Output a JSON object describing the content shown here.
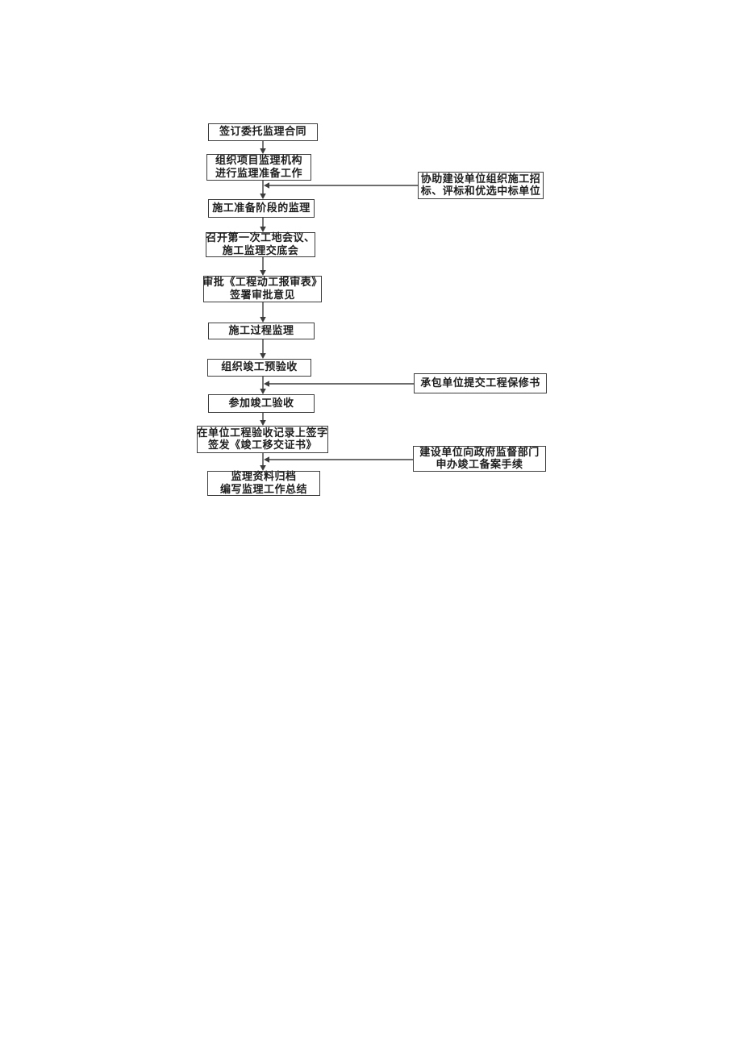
{
  "page": {
    "background": "#ffffff",
    "line_color": "#3d3d3d",
    "text_color": "#1e1e1e"
  },
  "flowchart": {
    "main_nodes": [
      {
        "id": "sign-supervision-contract",
        "lines": [
          "签订委托监理合同"
        ]
      },
      {
        "id": "setup-supervision-organization",
        "lines": [
          "组织项目监理机构",
          "进行监理准备工作"
        ]
      },
      {
        "id": "construction-preparation-stage",
        "lines": [
          "施工准备阶段的监理"
        ]
      },
      {
        "id": "first-site-meeting",
        "lines": [
          "召开第一次工地会议、",
          "施工监理交底会"
        ]
      },
      {
        "id": "approve-commencement-form",
        "lines": [
          "审批《工程动工报审表》",
          "签署审批意见"
        ]
      },
      {
        "id": "construction-process-supervision",
        "lines": [
          "施工过程监理"
        ]
      },
      {
        "id": "organize-pre-acceptance",
        "lines": [
          "组织竣工预验收"
        ]
      },
      {
        "id": "attend-completion-acceptance",
        "lines": [
          "参加竣工验收"
        ]
      },
      {
        "id": "sign-acceptance-record",
        "lines": [
          "在单位工程验收记录上签字",
          "签发《竣工移交证书》"
        ]
      },
      {
        "id": "archive-and-summary",
        "lines": [
          "监理资料归档",
          "编写监理工作总结"
        ]
      }
    ],
    "side_nodes": [
      {
        "id": "assist-bidding",
        "lines": [
          "协助建设单位组织施工招",
          "标、评标和优选中标单位"
        ]
      },
      {
        "id": "contractor-warranty",
        "lines": [
          "承包单位提交工程保修书"
        ]
      },
      {
        "id": "completion-filing",
        "lines": [
          "建设单位向政府监督部门",
          "申办竣工备案手续"
        ]
      }
    ]
  }
}
